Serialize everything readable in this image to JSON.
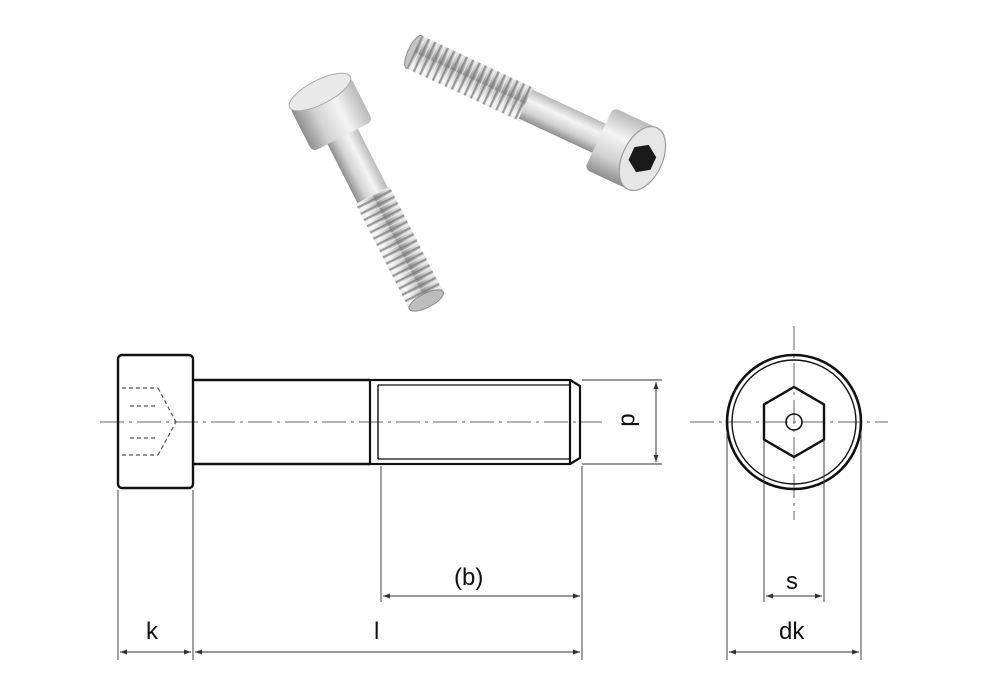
{
  "labels": {
    "b": "(b)",
    "k": "k",
    "l": "l",
    "d": "d",
    "s": "s",
    "dk": "dk"
  },
  "colors": {
    "line": "#111111",
    "thin": "#444444",
    "center": "#666666",
    "metal_light": "#f2f2f2",
    "metal_mid": "#c9c9c9",
    "metal_dark": "#8a8a8a",
    "socket": "#1a1a1a"
  },
  "icons": {
    "photo": "socket-head-cap-screws-photo",
    "front_view": "screw-side-view-drawing",
    "end_view": "screw-end-view-drawing"
  }
}
